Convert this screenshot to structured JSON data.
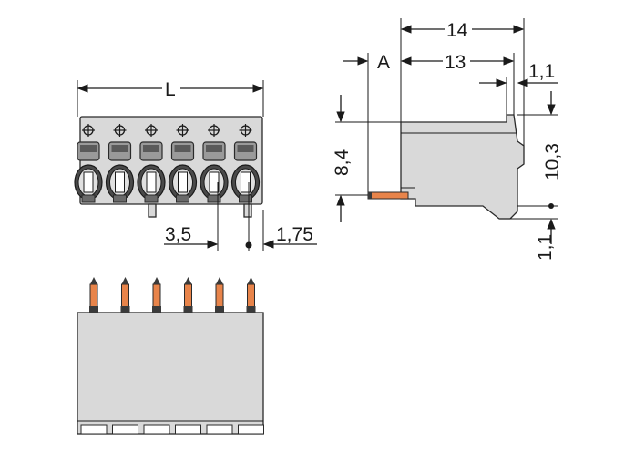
{
  "dimensions": {
    "front_width": "L",
    "pitch": "3,5",
    "pin_offset": "1,75",
    "side_a": "A",
    "side_13": "13",
    "side_14": "14",
    "side_1_1_top": "1,1",
    "side_height_8_4": "8,4",
    "side_height_10_3": "10,3",
    "side_1_1_bottom": "1,1"
  },
  "colors": {
    "housing": "#d9d9d9",
    "pin": "#e8844a",
    "outline": "#2a2a2a"
  },
  "icons": [
    "arrowhead",
    "clamp-spring",
    "test-slot-crosshair"
  ],
  "pole_count": 6
}
